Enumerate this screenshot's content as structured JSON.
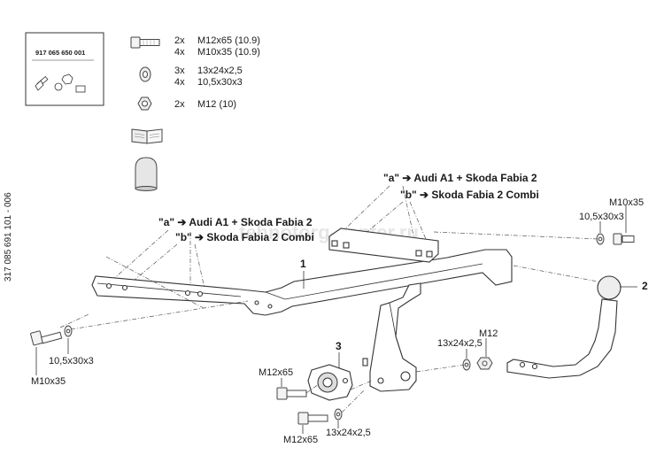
{
  "kit_box": {
    "part_number": "917 065 650 001"
  },
  "side_code": "317 085 691 101 - 006",
  "parts_list": [
    {
      "qty": "2x",
      "spec": "M12x65 (10.9)",
      "icon": "bolt-icon"
    },
    {
      "qty": "4x",
      "spec": "M10x35 (10.9)",
      "icon": "bolt-icon"
    },
    {
      "qty": "3x",
      "spec": "13x24x2,5",
      "icon": "washer-icon"
    },
    {
      "qty": "4x",
      "spec": "10,5x30x3",
      "icon": "washer-icon"
    },
    {
      "qty": "2x",
      "spec": "M12 (10)",
      "icon": "nut-icon"
    }
  ],
  "extra_items": [
    "book-icon",
    "ball-cap-icon"
  ],
  "variant_left": {
    "a": "\"a\" ➔ Audi A1 + Skoda Fabia 2",
    "b": "\"b\" ➔ Skoda Fabia 2 Combi"
  },
  "variant_right": {
    "a": "\"a\" ➔ Audi A1 + Skoda Fabia 2",
    "b": "\"b\" ➔ Skoda Fabia 2 Combi"
  },
  "callouts": {
    "part1": "1",
    "part2": "2",
    "part3": "3"
  },
  "labels": {
    "right_bolt": "M10x35",
    "right_washer": "10,5x30x3",
    "left_washer": "10,5x30x3",
    "left_bolt": "M10x35",
    "center_bolt_top": "M12x65",
    "center_bolt_bottom": "M12x65",
    "center_washer": "13x24x2,5",
    "nut": "M12",
    "nut_washer": "13x24x2,5"
  },
  "watermark": "tehnotorg-center.ru"
}
